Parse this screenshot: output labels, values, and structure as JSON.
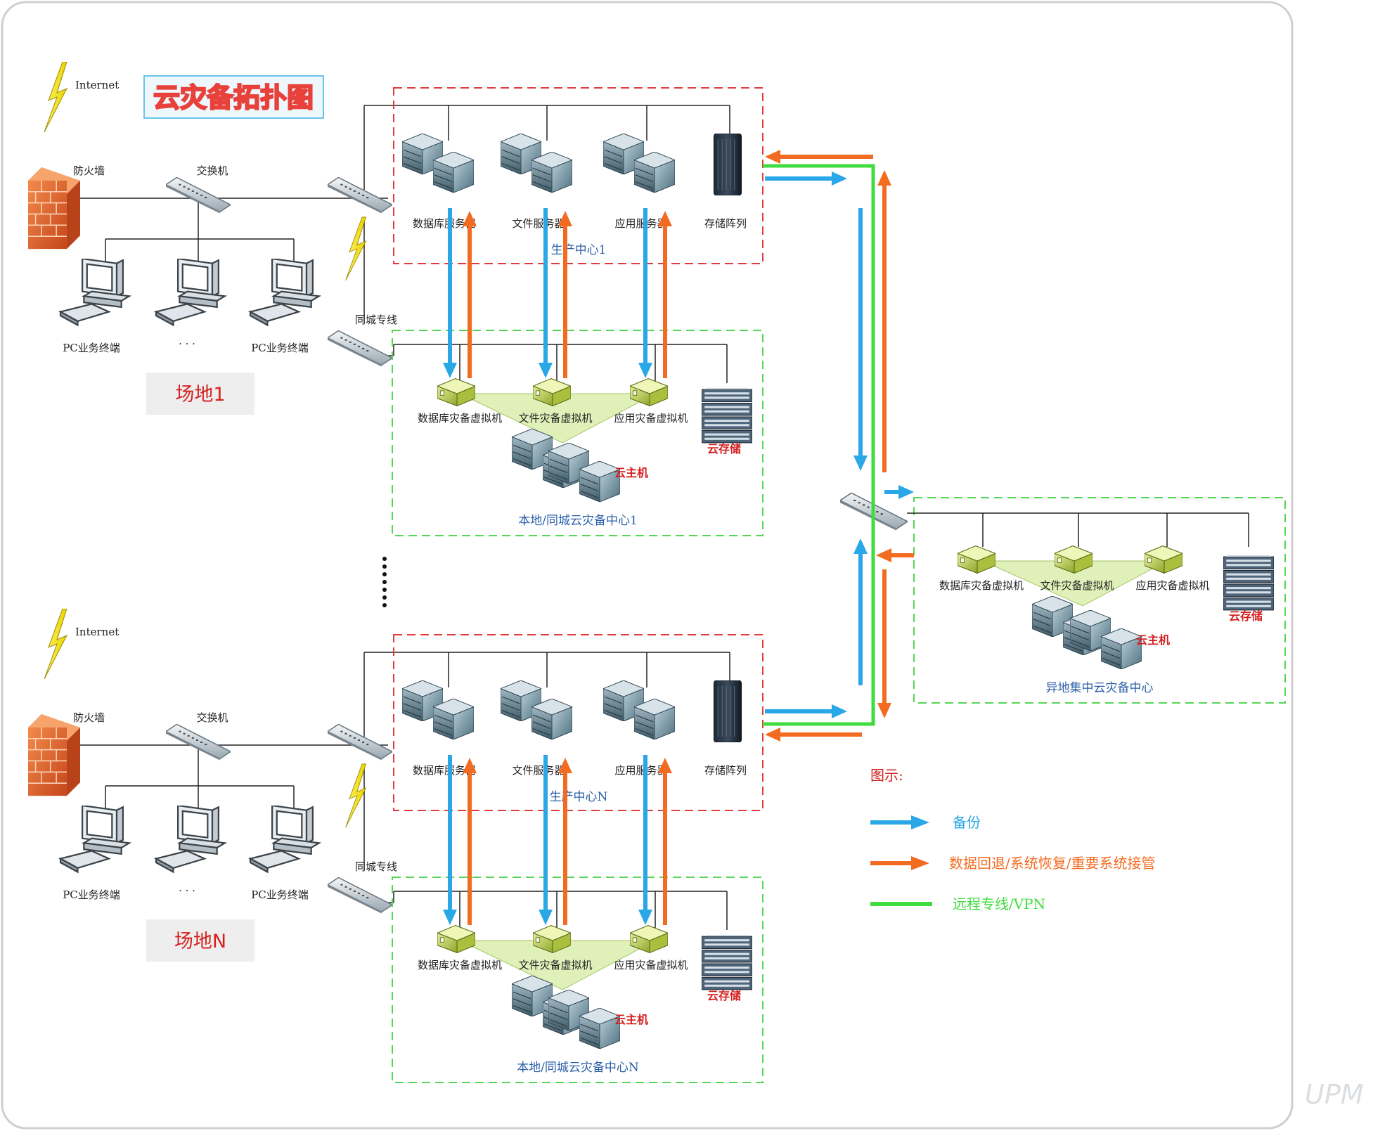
{
  "title": "云灾备拓扑图",
  "site_group": {
    "internet": "Internet",
    "firewall": "防火墙",
    "switch": "交换机",
    "pc_terminal": "PC业务终端",
    "ellipsis": "· · ·",
    "city_line": "同城专线"
  },
  "servers": {
    "db_server": "数据库服务器",
    "file_server": "文件服务器",
    "app_server": "应用服务器",
    "storage_array": "存储阵列"
  },
  "vms": {
    "db_vm": "数据库灾备虚拟机",
    "file_vm": "文件灾备虚拟机",
    "app_vm": "应用灾备虚拟机",
    "cloud_storage": "云存储",
    "cloud_host": "云主机"
  },
  "site1": {
    "site_label": "场地1",
    "production_center": "生产中心1",
    "local_center": "本地/同城云灾备中心1"
  },
  "siteN": {
    "site_label": "场地N",
    "production_center": "生产中心N",
    "local_center": "本地/同城云灾备中心N"
  },
  "remote_center": "异地集中云灾备中心",
  "legend": {
    "title": "图示:",
    "items": [
      {
        "label": "备份",
        "color": "#2aa7e6"
      },
      {
        "label": "数据回退/系统恢复/重要系统接管",
        "color": "#f36b21"
      },
      {
        "label": "远程专线/VPN",
        "color": "#3fdc3f"
      }
    ]
  },
  "colors": {
    "blue_arrow": "#2aa7e6",
    "orange_arrow": "#f36b21",
    "green_line": "#3fdc3f",
    "red_box": "#e23b3b",
    "green_box": "#56d656",
    "title_red": "#e8403a",
    "site_label_red": "#d42020"
  },
  "watermark": "UPM"
}
